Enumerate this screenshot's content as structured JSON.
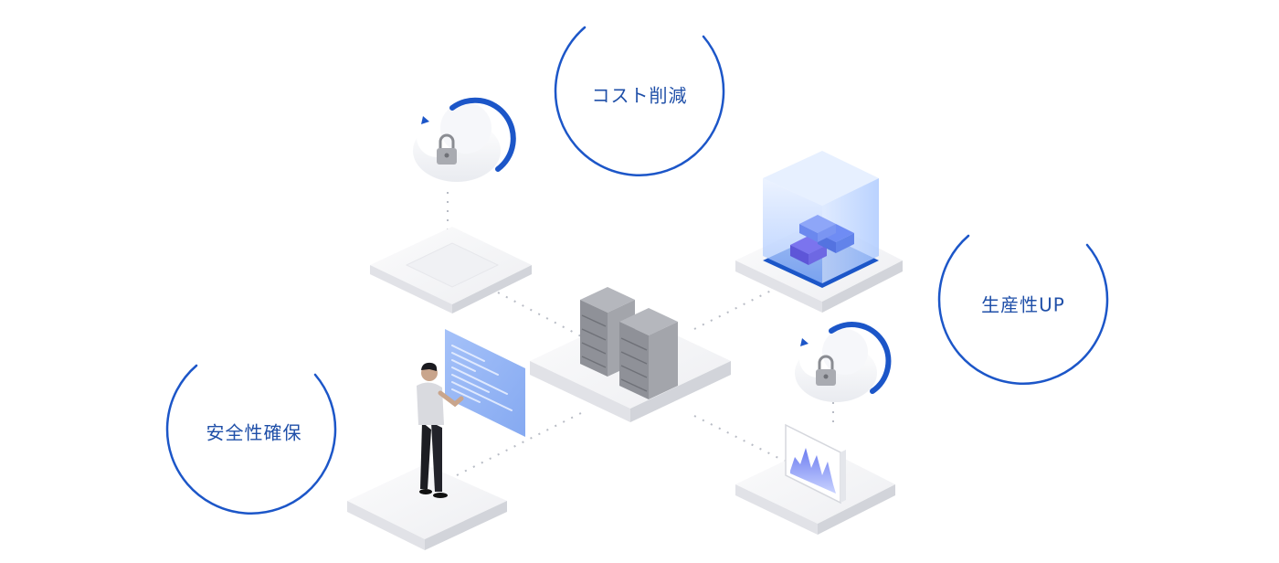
{
  "benefits": {
    "cost": "コスト削減",
    "productivity": "生産性UP",
    "security": "安全性確保"
  },
  "colors": {
    "accent": "#1c56c8",
    "label": "#1f4fa8",
    "platform_top": "#f7f7f9",
    "platform_side": "#dcdde2",
    "server": "#8d8f95",
    "screen": "#8fb2f5"
  }
}
